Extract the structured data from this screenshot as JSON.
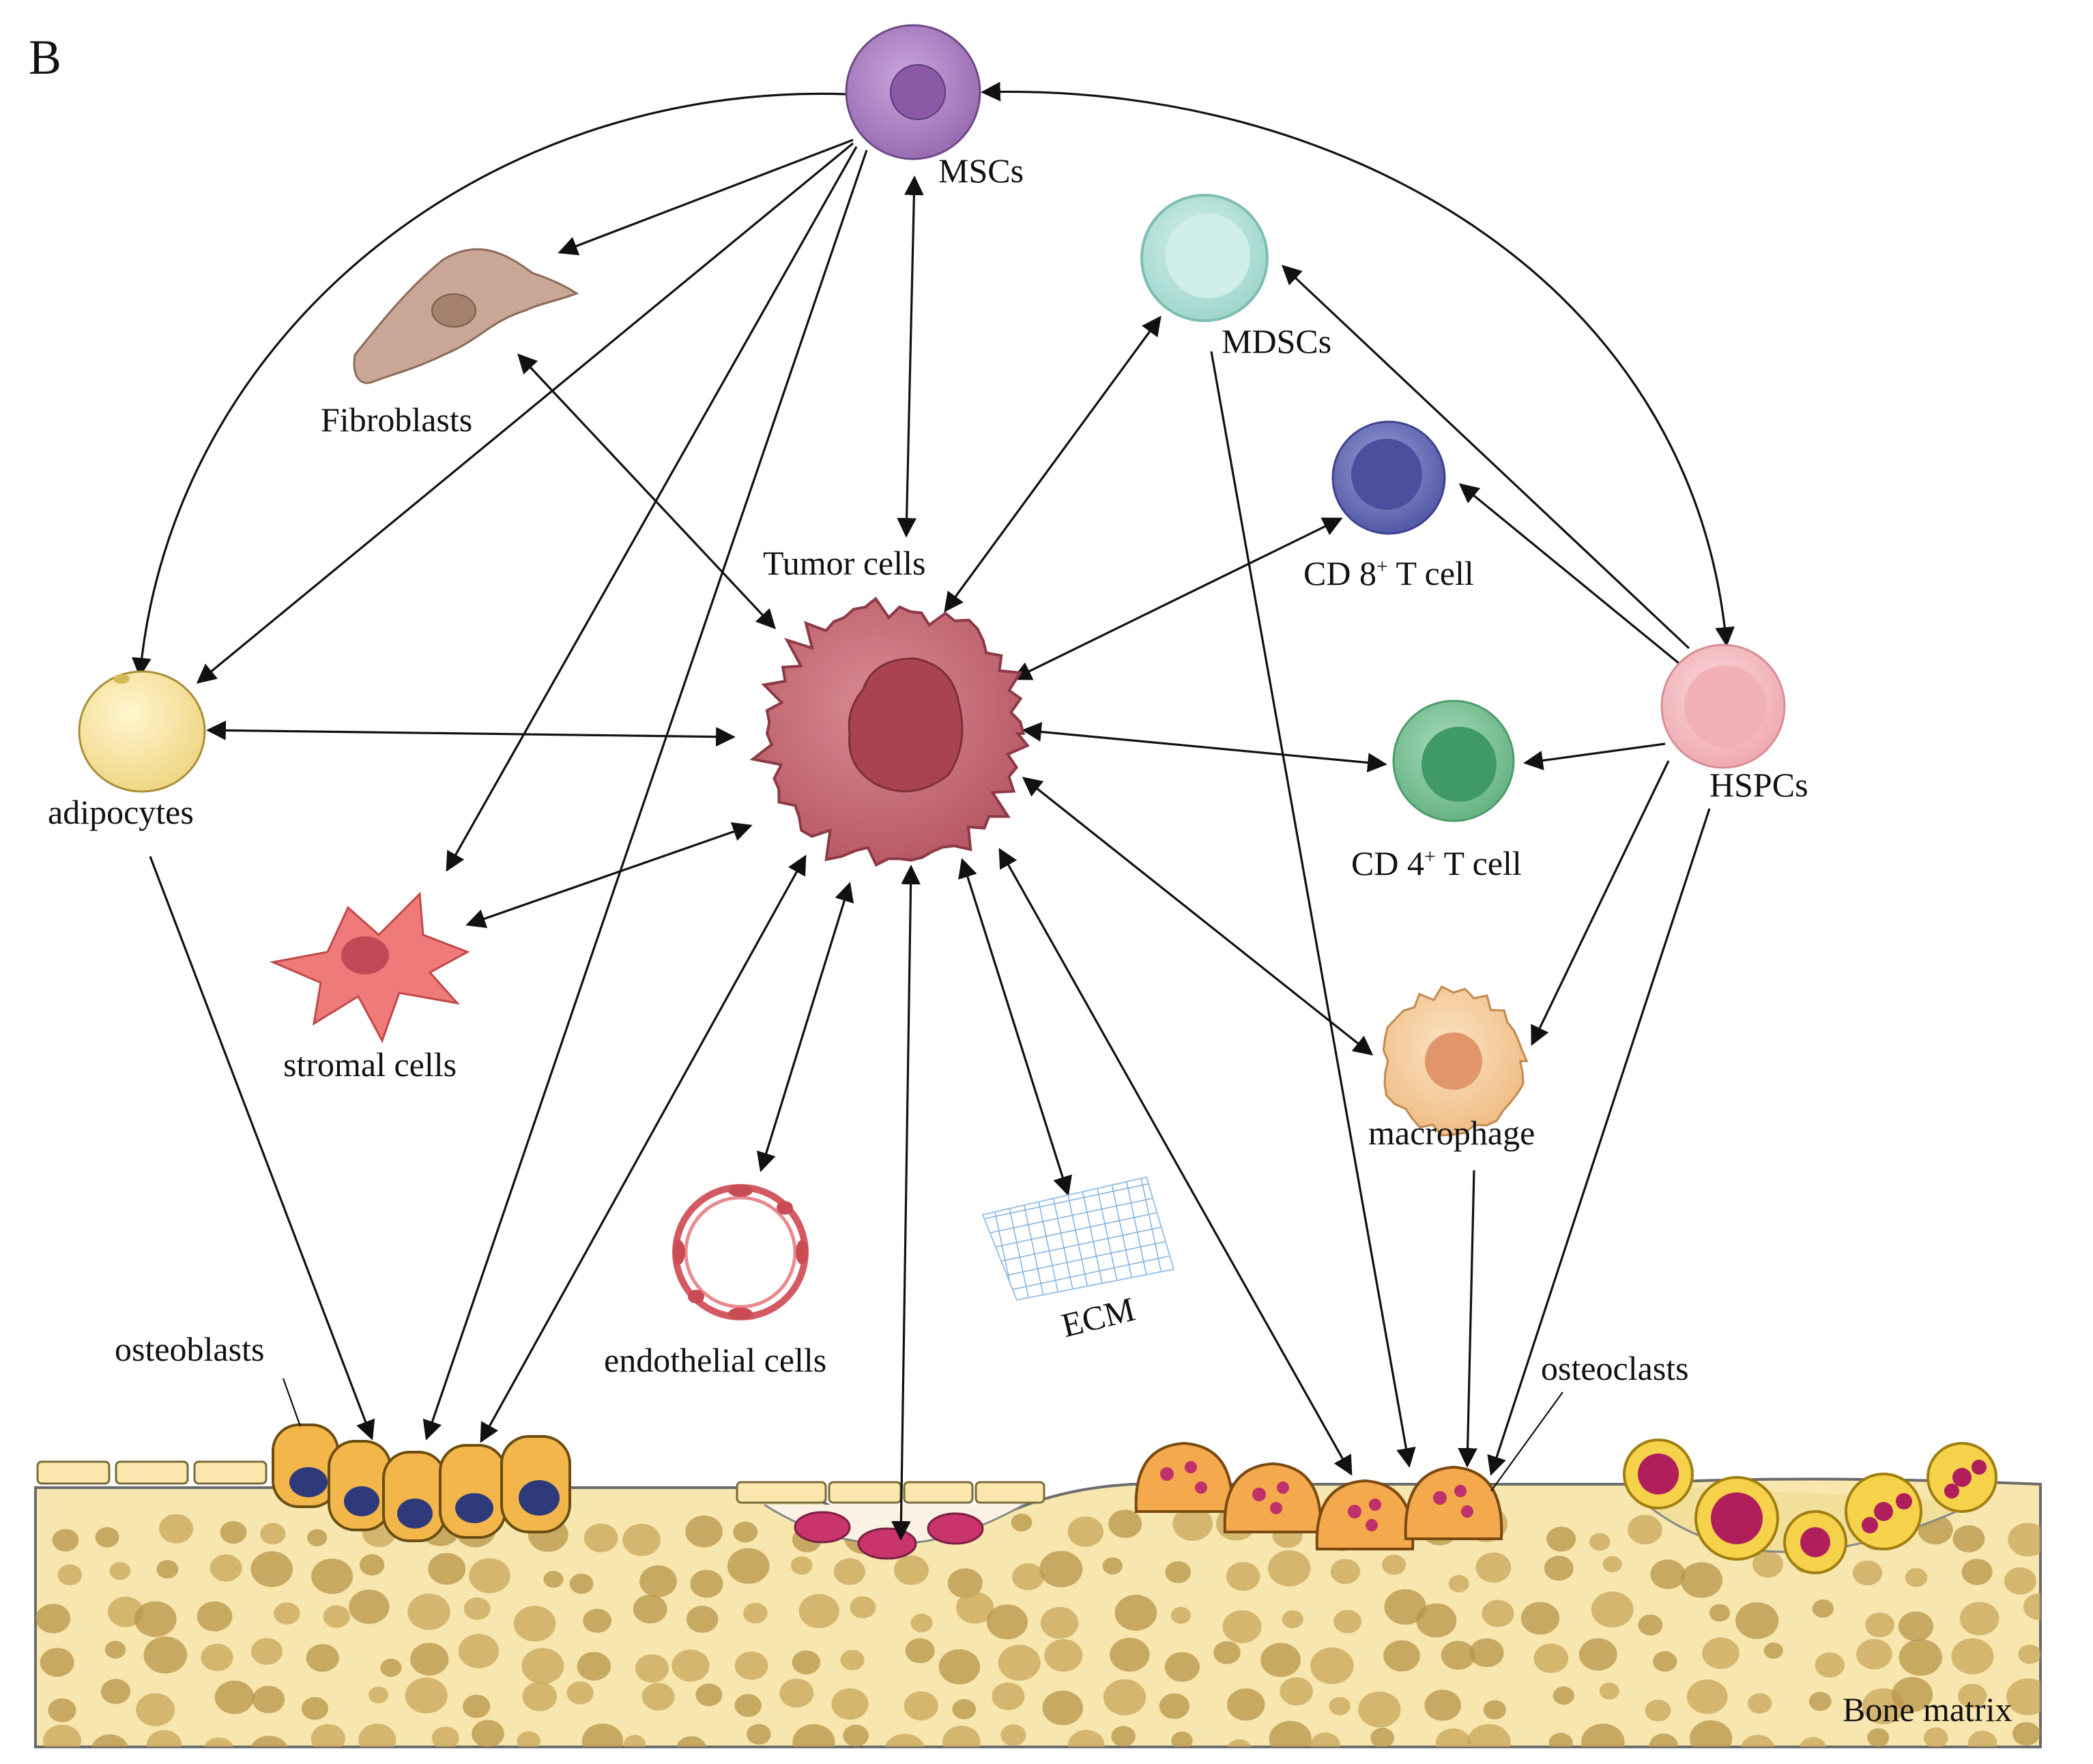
{
  "panel_label": "B",
  "labels": {
    "mscs": "MSCs",
    "fibroblasts": "Fibroblasts",
    "mdscs": "MDSCs",
    "cd8_prefix": "CD 8",
    "cd8_sup": "+",
    "cd8_suffix": " T cell",
    "tumor": "Tumor  cells",
    "adipocytes": "adipocytes",
    "hspcs": "HSPCs",
    "cd4_prefix": "CD 4",
    "cd4_sup": "+",
    "cd4_suffix": " T cell",
    "stromal": "stromal  cells",
    "macrophage": "macrophage",
    "endothelial": "endothelial  cells",
    "ecm": "ECM",
    "osteoblasts": "osteoblasts",
    "osteoclasts": "osteoclasts",
    "bone_matrix": "Bone  matrix"
  },
  "colors": {
    "msc": "#a97fbe",
    "fibroblast": "#c8a898",
    "mdsc": "#bfe6df",
    "cd8": "#6b6fb8",
    "tumor": "#c26670",
    "adipocyte": "#f8e6a0",
    "hspc": "#f5c4c8",
    "cd4": "#7fc49a",
    "stromal": "#f07a7a",
    "macrophage": "#f6cfa2",
    "endothelial": "#d45a62",
    "ecm": "#8fb8e0",
    "osteoblast": "#f3b64a",
    "osteoclast": "#f4a94c",
    "bone": "#f5e2a6"
  }
}
